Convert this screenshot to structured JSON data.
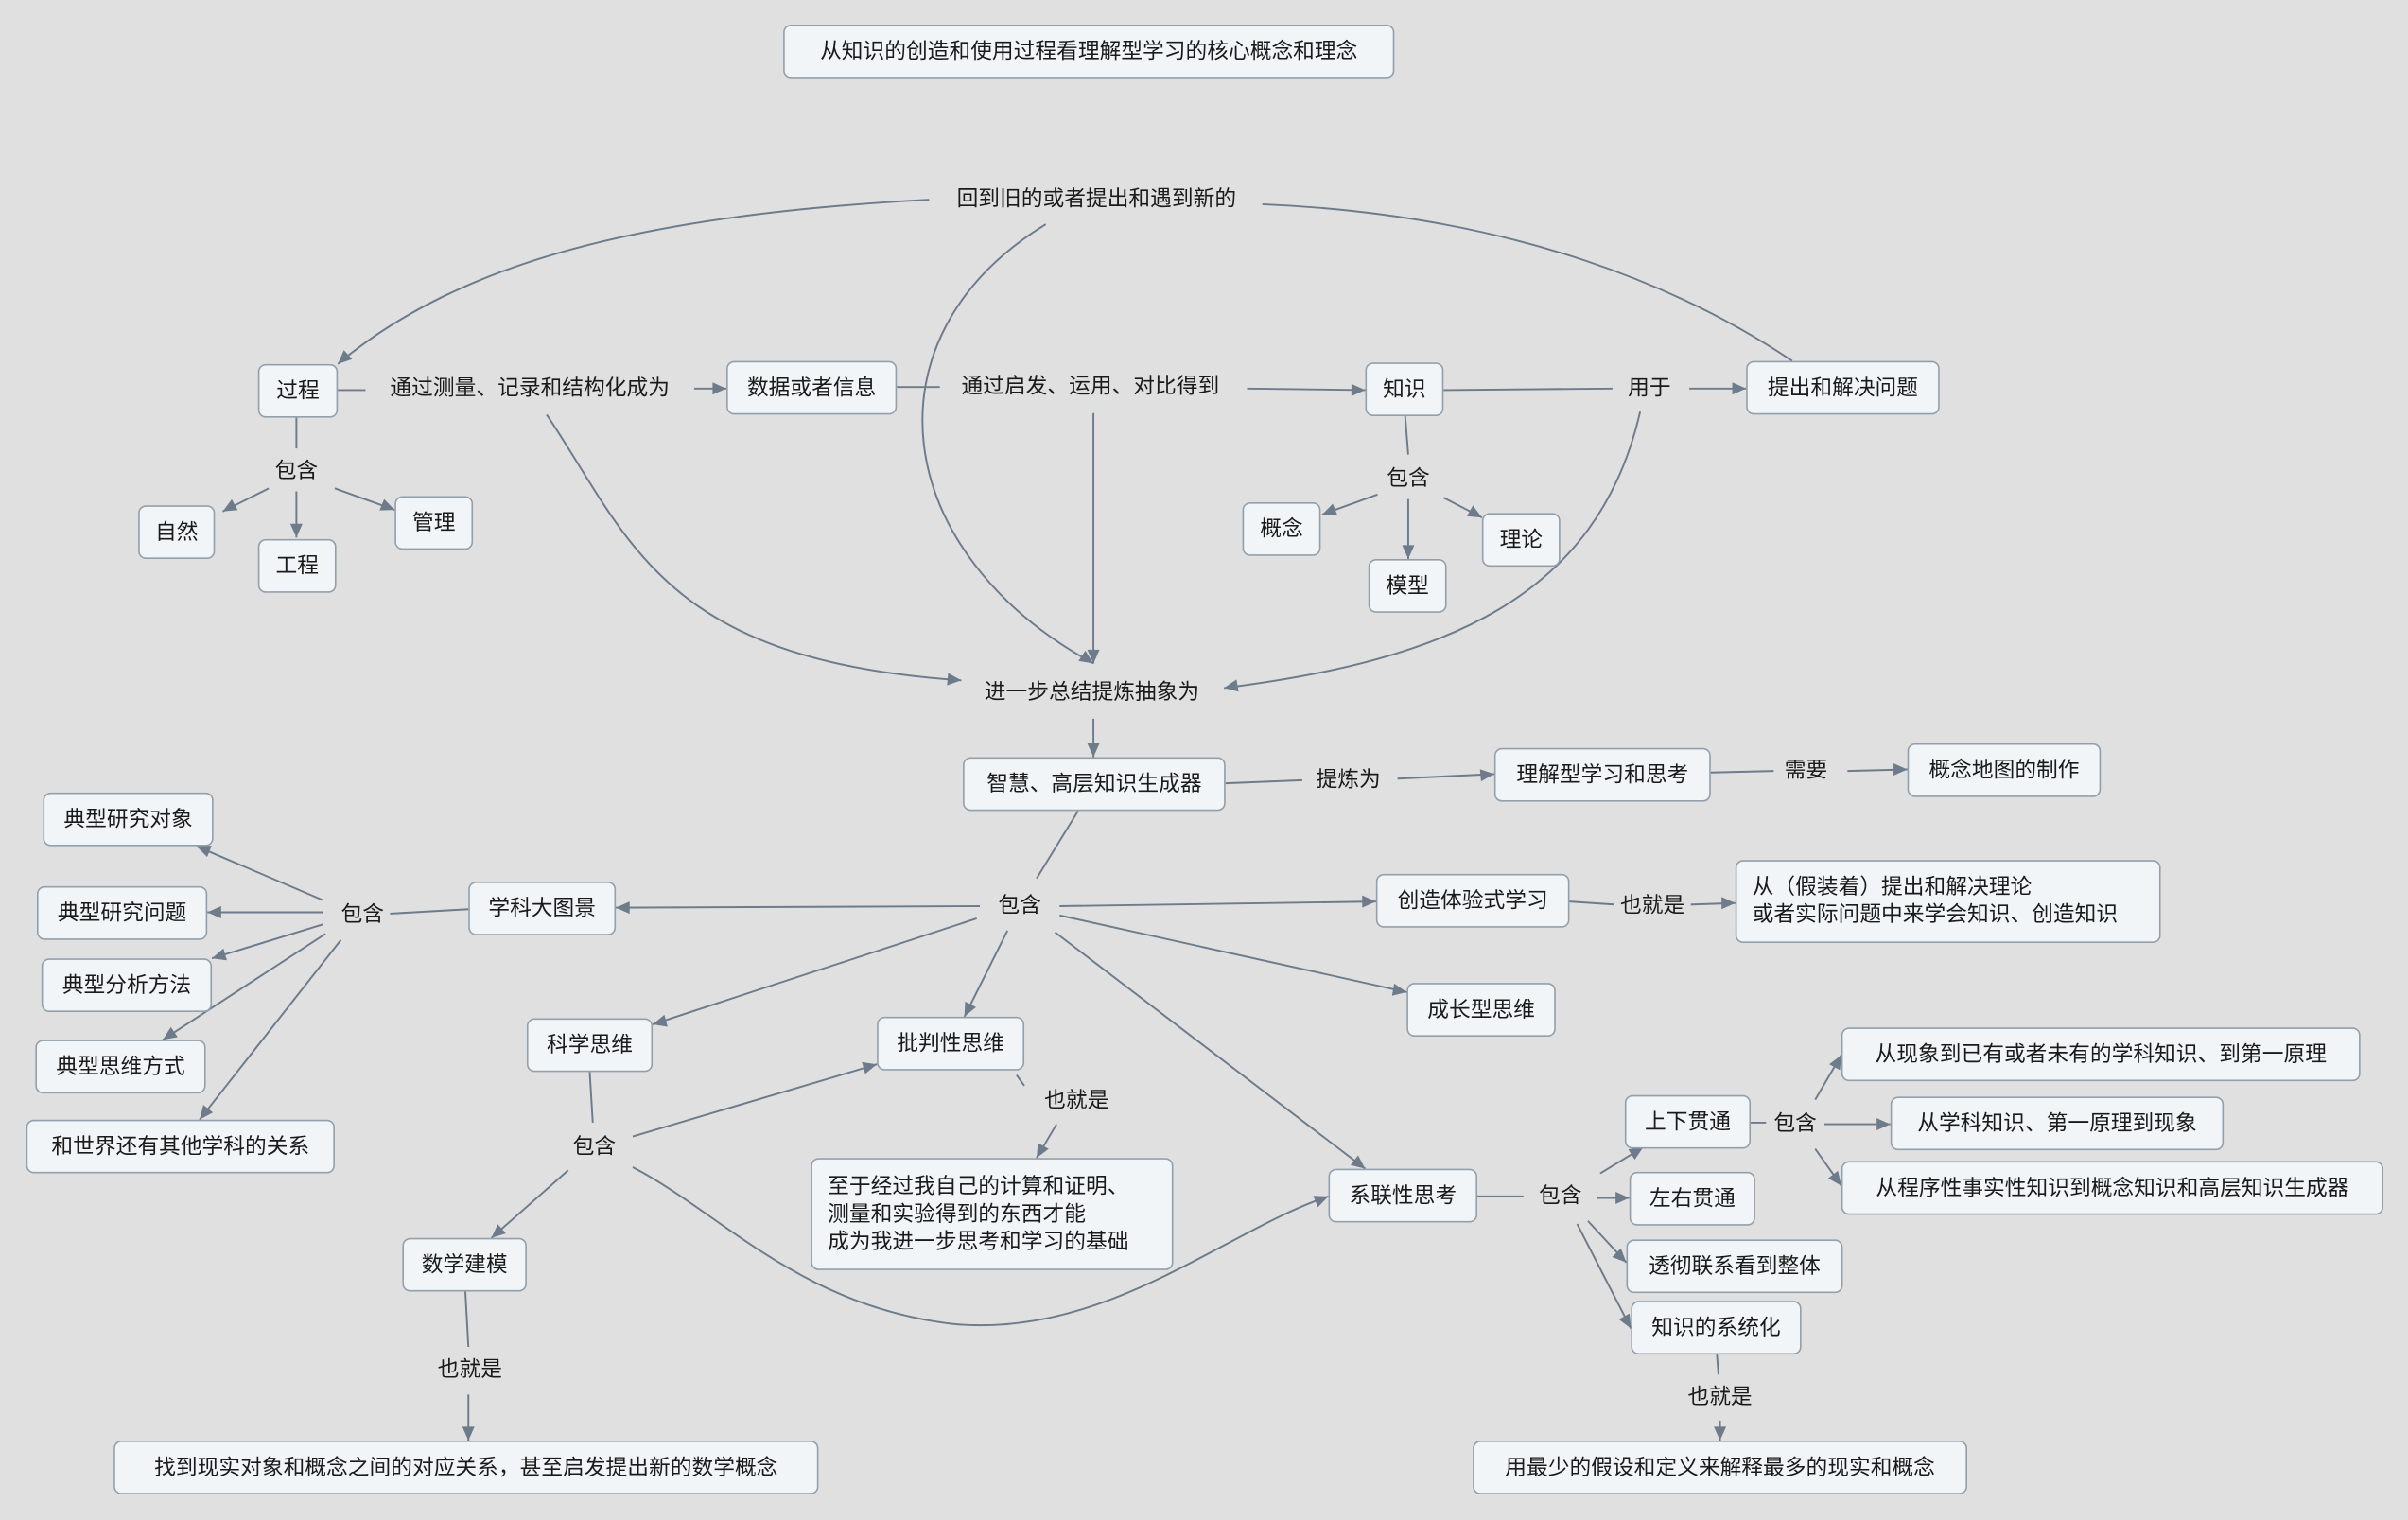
{
  "title": "从知识的创造和使用过程看理解型学习的核心概念和理念",
  "nodes": {
    "guocheng": "过程",
    "shuju": "数据或者信息",
    "zhishi": "知识",
    "tichu": "提出和解决问题",
    "ziran": "自然",
    "gongcheng": "工程",
    "guanli": "管理",
    "gainian": "概念",
    "moxing": "模型",
    "lilun": "理论",
    "zhihui": "智慧、高层知识生成器",
    "lijie": "理解型学习和思考",
    "gainianditu": "概念地图的制作",
    "xuekedatu": "学科大图景",
    "dianxing_duixiang": "典型研究对象",
    "dianxing_wenti": "典型研究问题",
    "dianxing_fangfa": "典型分析方法",
    "dianxing_siwei": "典型思维方式",
    "shijie_guanxi": "和世界还有其他学科的关系",
    "chuangzao": "创造体验式学习",
    "chuangzao_desc": "从（假装着）提出和解决理论\n或者实际问题中来学会知识、创造知识",
    "chengzhang": "成长型思维",
    "kexue": "科学思维",
    "pipan": "批判性思维",
    "pipan_desc": "至于经过我自己的计算和证明、\n测量和实验得到的东西才能\n成为我进一步思考和学习的基础",
    "shuxue": "数学建模",
    "shuxue_desc": "找到现实对象和概念之间的对应关系，甚至启发提出新的数学概念",
    "xilian": "系联性思考",
    "shangxia": "上下贯通",
    "zuoyou": "左右贯通",
    "touche": "透彻联系看到整体",
    "xitonghua": "知识的系统化",
    "xitonghua_desc": "用最少的假设和定义来解释最多的现实和概念",
    "sx1": "从现象到已有或者未有的学科知识、到第一原理",
    "sx2": "从学科知识、第一原理到现象",
    "sx3": "从程序性事实性知识到概念知识和高层知识生成器"
  },
  "labels": {
    "huidao": "回到旧的或者提出和遇到新的",
    "tongguo_celiang": "通过测量、记录和结构化成为",
    "tongguo_qifa": "通过启发、运用、对比得到",
    "yongyu": "用于",
    "baohan": "包含",
    "jinyibu": "进一步总结提炼抽象为",
    "tilian": "提炼为",
    "xuyao": "需要",
    "yejiushi": "也就是"
  },
  "colors": {
    "background": "#e0e0e0",
    "node_fill": "#f1f5f7",
    "node_border": "#93a0ac",
    "edge": "#6d7b8a",
    "text": "#1a1a1a"
  }
}
